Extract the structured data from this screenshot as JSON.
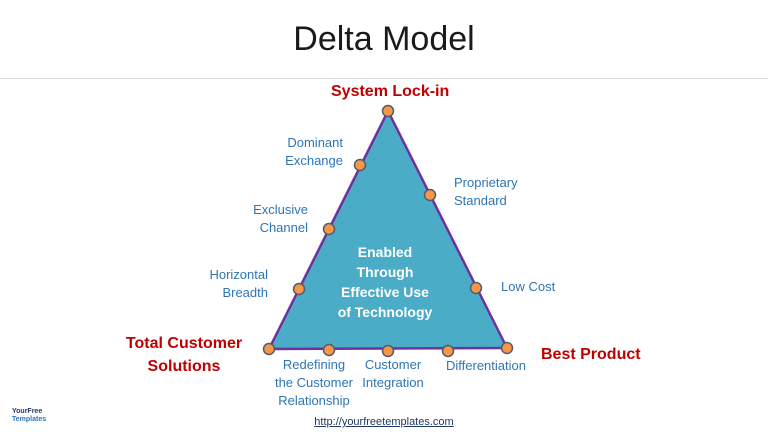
{
  "title": "Delta Model",
  "vertices": {
    "top": "System Lock-in",
    "left_line1": "Total Customer",
    "left_line2": "Solutions",
    "right": "Best Product"
  },
  "center_lines": [
    "Enabled",
    "Through",
    "Effective Use",
    "of Technology"
  ],
  "left_edge": [
    {
      "line1": "Dominant",
      "line2": "Exchange"
    },
    {
      "line1": "Exclusive",
      "line2": "Channel"
    },
    {
      "line1": "Horizontal",
      "line2": "Breadth"
    }
  ],
  "right_edge": [
    {
      "line1": "Proprietary",
      "line2": "Standard"
    },
    {
      "line1": "Low Cost"
    }
  ],
  "bottom_edge": [
    {
      "line1": "Redefining",
      "line2": "the Customer",
      "line3": "Relationship"
    },
    {
      "line1": "Customer",
      "line2": "Integration"
    },
    {
      "line1": "Differentiation"
    }
  ],
  "logo": {
    "line1": "YourFree",
    "line2": "Templates"
  },
  "footer_url": "http://yourfreetemplates.com",
  "colors": {
    "triangle_fill": "#4aacc6",
    "triangle_stroke": "#7030a0",
    "node_fill": "#f79646",
    "node_stroke": "#4f5b70",
    "vertex_label": "#c00000",
    "edge_label": "#2e75b6"
  }
}
